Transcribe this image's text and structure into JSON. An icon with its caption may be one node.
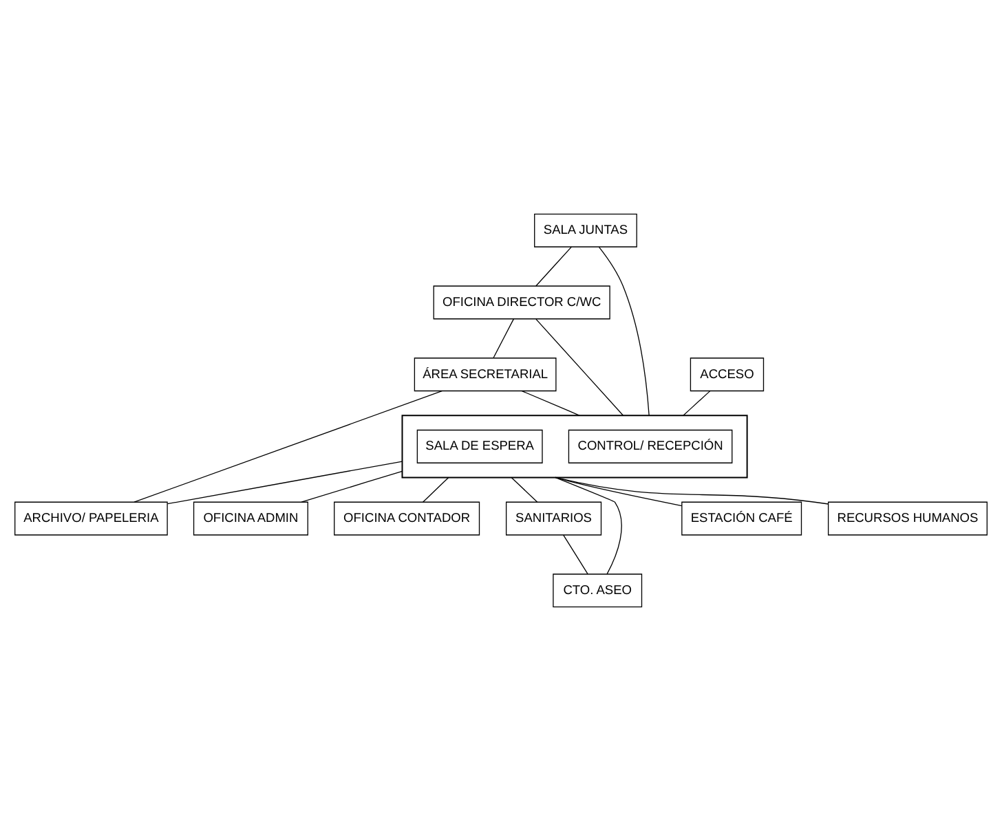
{
  "diagram": {
    "nodes": [
      {
        "text": [
          "SALA JUNTAS"
        ]
      },
      {
        "text": [
          "OFICINA DIRECTOR C/WC"
        ]
      },
      {
        "text": [
          "ÁREA SECRETARIAL"
        ]
      },
      {
        "text": [],
        "shape": "box"
      },
      {
        "text": [
          "CONTROL/ RECEPCIÓN"
        ],
        "in": 3
      },
      {
        "text": [
          "ARCHIVO/ PAPELERIA"
        ]
      },
      {
        "text": [
          "ACCESO"
        ]
      },
      {
        "text": [
          "SALA DE ESPERA"
        ],
        "in": 3
      },
      {
        "text": [
          "OFICINA ADMIN"
        ]
      },
      {
        "text": [
          "OFICINA CONTADOR"
        ]
      },
      {
        "text": [
          "SANITARIOS"
        ]
      },
      {
        "text": [
          "CTO. ASEO"
        ]
      },
      {
        "text": [
          "ESTACIÓN CAFÉ"
        ]
      },
      {
        "text": [
          "RECURSOS HUMANOS"
        ]
      }
    ],
    "edges": [
      {
        "from": 0,
        "to": 1,
        "arrow": "none"
      },
      {
        "from": 0,
        "to": 3,
        "arrow": "none"
      },
      {
        "from": 1,
        "to": 3,
        "arrow": "none"
      },
      {
        "from": 1,
        "to": 2,
        "arrow": "none"
      },
      {
        "from": 2,
        "to": 3,
        "arrow": "none"
      },
      {
        "from": 2,
        "to": 5,
        "arrow": "none"
      },
      {
        "from": 6,
        "to": 3,
        "arrow": "none"
      },
      {
        "from": 3,
        "to": 5,
        "arrow": "none"
      },
      {
        "from": 3,
        "to": 8,
        "arrow": "none"
      },
      {
        "from": 3,
        "to": 9,
        "arrow": "none"
      },
      {
        "from": 3,
        "to": 10,
        "arrow": "none"
      },
      {
        "from": 3,
        "to": 11,
        "arrow": "none"
      },
      {
        "from": 3,
        "to": 12,
        "arrow": "none"
      },
      {
        "from": 3,
        "to": 13,
        "arrow": "none"
      },
      {
        "from": 10,
        "to": 11,
        "arrow": "none"
      }
    ]
  }
}
